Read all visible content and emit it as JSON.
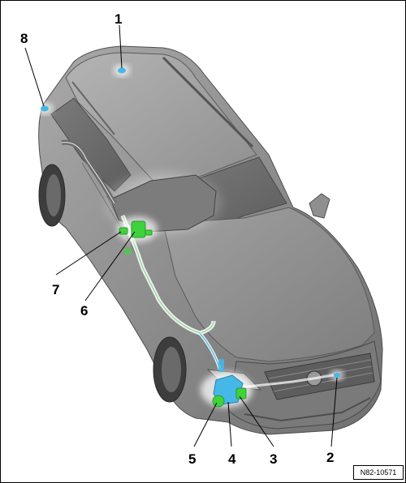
{
  "callouts": [
    {
      "id": "1",
      "label": "1"
    },
    {
      "id": "2",
      "label": "2"
    },
    {
      "id": "3",
      "label": "3"
    },
    {
      "id": "4",
      "label": "4"
    },
    {
      "id": "5",
      "label": "5"
    },
    {
      "id": "6",
      "label": "6"
    },
    {
      "id": "7",
      "label": "7"
    },
    {
      "id": "8",
      "label": "8"
    }
  ],
  "reference_code": "N82-10571",
  "colors": {
    "component_blue": "#46b8e8",
    "component_green": "#3fd23f",
    "car_body": "#8c8c8c",
    "car_dark": "#5a5a5a",
    "glow": "#ffffff"
  }
}
